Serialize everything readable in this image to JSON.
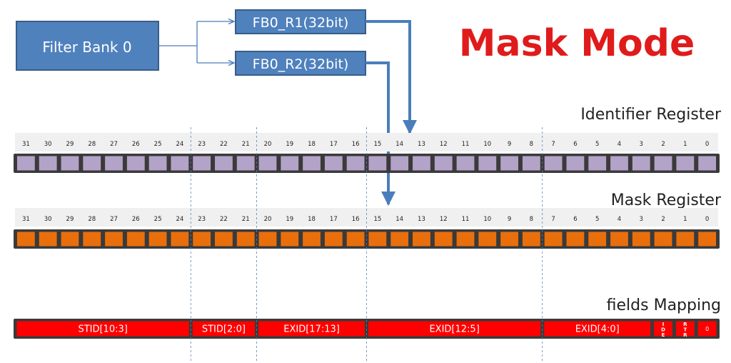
{
  "title": "Mask Mode",
  "filter_bank": {
    "label": "Filter Bank 0"
  },
  "registers_banks": [
    {
      "id": "r1",
      "label": "FB0_R1(32bit)"
    },
    {
      "id": "r2",
      "label": "FB0_R2(32bit)"
    }
  ],
  "rows": [
    {
      "id": "identifier",
      "label": "Identifier Register",
      "cell_color": "#b4a3c8"
    },
    {
      "id": "mask",
      "label": "Mask Register",
      "cell_color": "#e96f0d"
    },
    {
      "id": "fields",
      "label": "fields Mapping",
      "cell_color": "#ff0000"
    }
  ],
  "bit_numbers": [
    "31",
    "30",
    "29",
    "28",
    "27",
    "26",
    "25",
    "24",
    "23",
    "22",
    "21",
    "20",
    "19",
    "18",
    "17",
    "16",
    "15",
    "14",
    "13",
    "12",
    "11",
    "10",
    "9",
    "8",
    "7",
    "6",
    "5",
    "4",
    "3",
    "2",
    "1",
    "0"
  ],
  "fields": [
    {
      "label": "STID[10:3]",
      "bits": 8
    },
    {
      "label": "STID[2:0]",
      "bits": 3
    },
    {
      "label": "EXID[17:13]",
      "bits": 5
    },
    {
      "label": "EXID[12:5]",
      "bits": 8
    },
    {
      "label": "EXID[4:0]",
      "bits": 5
    },
    {
      "label": "IDE",
      "bits": 1
    },
    {
      "label": "RTR",
      "bits": 1
    },
    {
      "label": "0",
      "bits": 1
    }
  ],
  "colors": {
    "title": "#e01b1b",
    "box_fill": "#4f81bd",
    "box_stroke": "#385d8a",
    "arrow": "#4a7ebb",
    "outline": "#3a3a3a",
    "ruler": "#f0f0f0",
    "guide": "#5b7fb5"
  }
}
